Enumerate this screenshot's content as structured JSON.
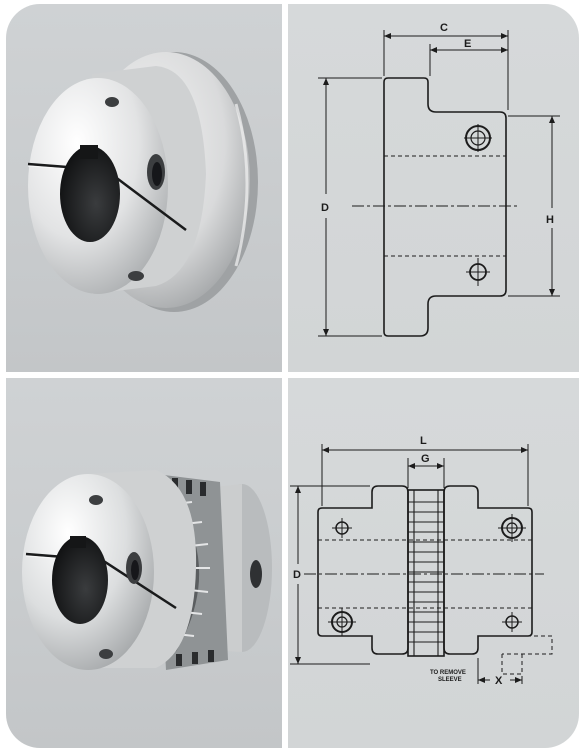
{
  "top_drawing": {
    "label_c": "C",
    "label_e": "E",
    "label_d": "D",
    "label_h": "H"
  },
  "bottom_drawing": {
    "label_l": "L",
    "label_g": "G",
    "label_d": "D",
    "label_x": "X",
    "note_line1": "TO REMOVE",
    "note_line2": "SLEEVE"
  },
  "colors": {
    "photo_background": "#c9ccce",
    "drawing_background": "#d4d7d8",
    "line": "#1c1c1c",
    "metal_light": "#eeeeee",
    "metal_dark": "#8f9395"
  },
  "icons": {
    "top_photo": "flanged-hub-coupling-image",
    "bottom_photo": "sleeve-gear-coupling-image"
  }
}
